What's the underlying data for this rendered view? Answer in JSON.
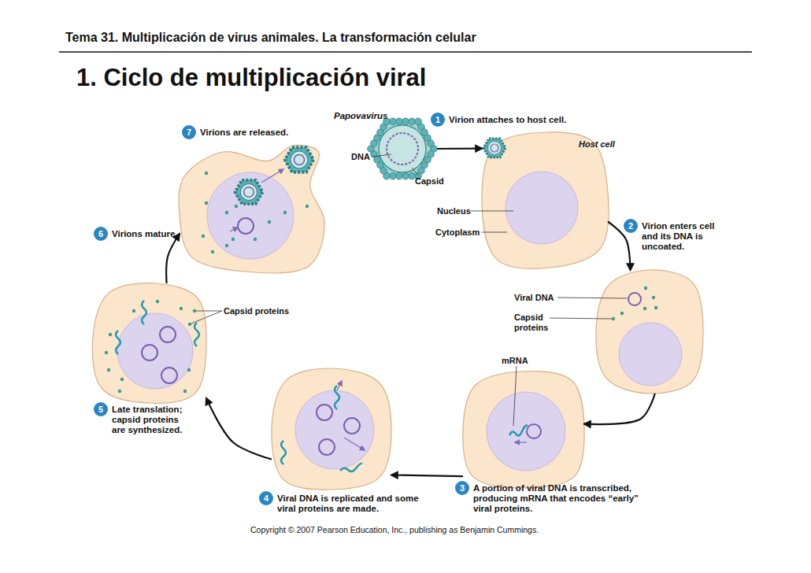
{
  "diagram": {
    "title": "1. Ciclo de multiplicación viral",
    "caption": "Copyright © 2007 Pearson Education, Inc., publishing as Benjamin Cummings.",
    "nodes": [
      {
        "text": [
          "Papovavirus"
        ]
      },
      {
        "text": [
          "Virion attaches to host cell."
        ]
      },
      {
        "text": [
          "Virion enters cell and its DNA is uncoated."
        ]
      },
      {
        "text": [
          "A portion of viral DNA is transcribed, producing mRNA that encodes “early” viral proteins."
        ]
      },
      {
        "text": [
          "Viral DNA is replicated and some viral proteins are made."
        ]
      },
      {
        "text": [
          "Late translation; capsid proteins are synthesized."
        ]
      },
      {
        "text": [
          "Virions are released.",
          "Virions mature."
        ]
      }
    ],
    "edges": [
      {
        "from": 0,
        "to": 1,
        "arrow": "to"
      },
      {
        "from": 1,
        "to": 2,
        "arrow": "to"
      },
      {
        "from": 2,
        "to": 3,
        "arrow": "to"
      },
      {
        "from": 3,
        "to": 4,
        "arrow": "to"
      },
      {
        "from": 4,
        "to": 5,
        "arrow": "to"
      },
      {
        "from": 5,
        "to": 6,
        "arrow": "to"
      }
    ],
    "labels": [
      "Tema 31. Multiplicación de virus animales. La transformación celular",
      "1",
      "DNA",
      "Capsid",
      "Host cell",
      "Nucleus",
      "Cytoplasm",
      "2",
      "Viral DNA",
      "Capsid proteins",
      "mRNA",
      "3",
      "4",
      "5",
      "Capsid proteins",
      "6",
      "7"
    ]
  }
}
